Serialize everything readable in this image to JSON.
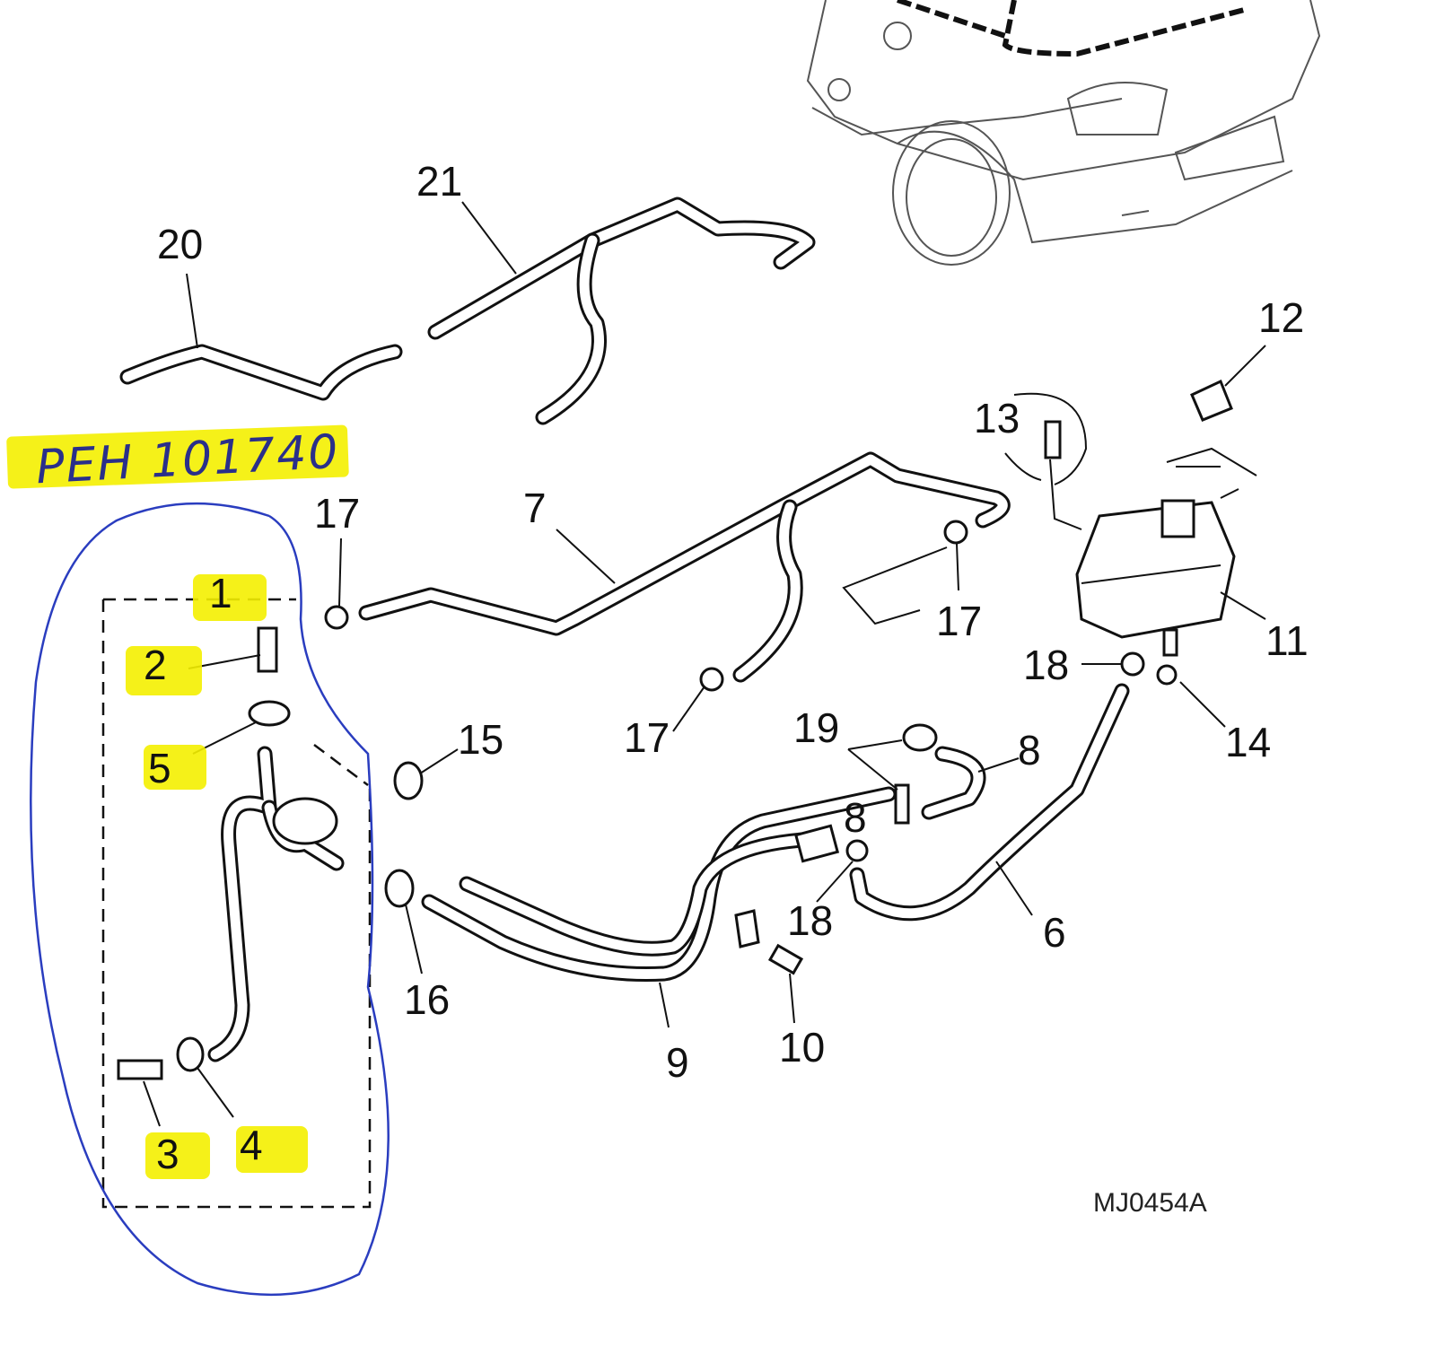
{
  "diagram_code": "MJ0454A",
  "handwritten_note": "PEH 101740",
  "callouts": {
    "c1": "1",
    "c2": "2",
    "c3": "3",
    "c4": "4",
    "c5": "5",
    "c6": "6",
    "c7": "7",
    "c8a": "8",
    "c8b": "8",
    "c9": "9",
    "c10": "10",
    "c11": "11",
    "c12": "12",
    "c13": "13",
    "c14": "14",
    "c15": "15",
    "c16": "16",
    "c17a": "17",
    "c17b": "17",
    "c17c": "17",
    "c18a": "18",
    "c18b": "18",
    "c19": "19",
    "c20": "20",
    "c21": "21"
  },
  "colors": {
    "highlight": "#f4f000",
    "pen": "#2a2f8a"
  }
}
